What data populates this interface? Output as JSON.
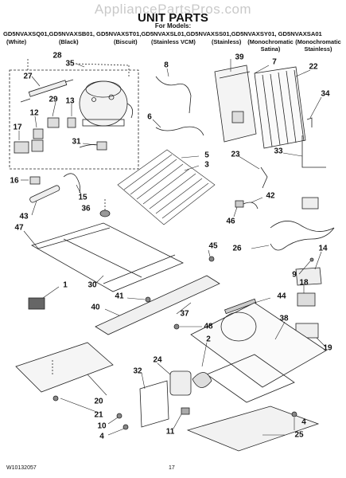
{
  "watermark": "AppliancePartsPros.com",
  "title": "UNIT PARTS",
  "for_models_label": "For Models:",
  "models_line": "GD5NVAXSQ01,GD5NVAXSB01, GD5NVAXST01,GD5NVAXSL01,GD5NVAXSS01,GD5NVAXSY01, GD5NVAXSA01",
  "finishes": [
    "(White)",
    "(Black)",
    "(Biscuit)",
    "(Stainless VCM)",
    "(Stainless)",
    "(Monochromatic Satina)",
    "(Monochromatic Stainless)"
  ],
  "callouts": [
    "28",
    "35",
    "27",
    "29",
    "13",
    "12",
    "17",
    "31",
    "16",
    "15",
    "43",
    "36",
    "47",
    "8",
    "6",
    "39",
    "7",
    "22",
    "34",
    "5",
    "3",
    "23",
    "33",
    "42",
    "46",
    "26",
    "45",
    "14",
    "9",
    "18",
    "1",
    "30",
    "41",
    "40",
    "44",
    "37",
    "48",
    "38",
    "19",
    "2",
    "24",
    "32",
    "20",
    "21",
    "10",
    "4",
    "25",
    "11"
  ],
  "footer_code": "W10132057",
  "page_number": "17"
}
